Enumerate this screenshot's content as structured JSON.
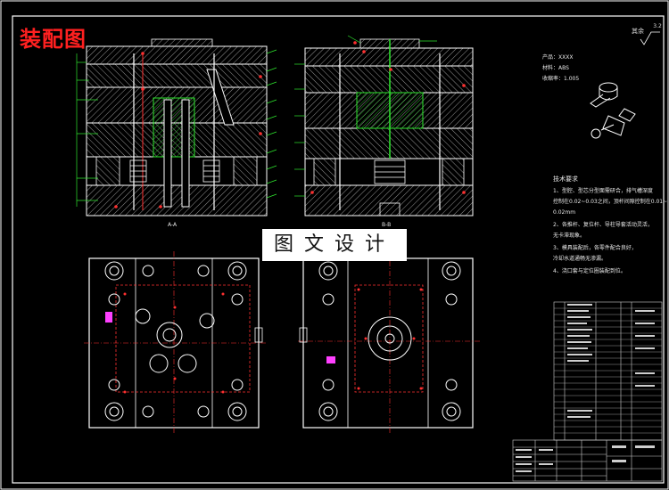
{
  "title": "装配图",
  "watermark": "图文设计",
  "section_labels": {
    "left": "A-A",
    "right": "B-B"
  },
  "product": {
    "name_line": "产品：XXXX",
    "material_line": "材料：ABS",
    "shrink_line": "收缩率：1.005"
  },
  "roughness": {
    "prefix": "其余",
    "value": "3.2"
  },
  "tech_requirements": {
    "heading": "技术要求",
    "lines": [
      "1、型腔、型芯分型面需研合，排气槽深度",
      "控制在0.02~0.03之间，顶杆间隙控制在0.01~",
      "0.02mm",
      "2、各推杆、复位杆、导柱导套活动灵活，",
      "无卡滞现象。",
      "3、模具装配后，各零件配合良好，",
      "冷却水道通畅无渗漏。",
      "4、浇口套与定位圈装配到位。"
    ]
  },
  "colors": {
    "background": "#000000",
    "outline": "#ffffff",
    "green": "#2ee62e",
    "red": "#ff3030",
    "hatch": "#c8c8c8",
    "magenta": "#ff40ff"
  },
  "icons": [
    "part-preview-icon",
    "roughness-symbol-icon"
  ]
}
